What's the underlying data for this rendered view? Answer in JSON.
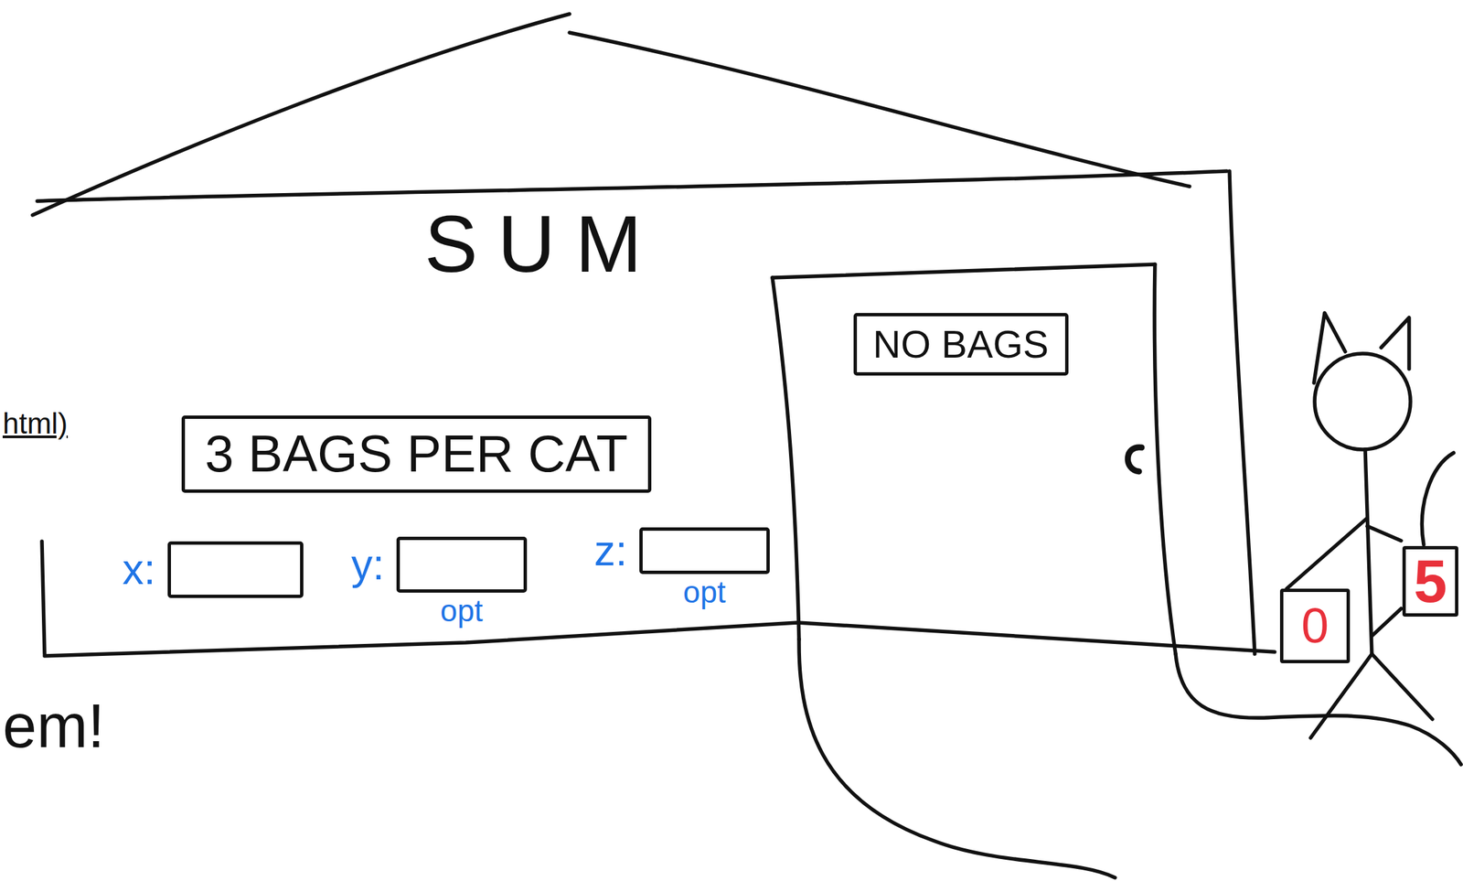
{
  "diagram": {
    "nodes": [
      {
        "text": [
          "SUM"
        ]
      },
      {
        "text": [
          "3 BAGS PER CAT"
        ],
        "in": 0
      },
      {
        "text": [
          "x:"
        ],
        "in": 0
      },
      {
        "text": [
          "y:",
          "opt"
        ],
        "in": 0
      },
      {
        "text": [
          "z:",
          "opt"
        ],
        "in": 0
      },
      {
        "text": [
          "NO BAGS"
        ],
        "in": 0
      },
      {
        "text": [
          "0"
        ]
      },
      {
        "text": [
          "5"
        ]
      }
    ],
    "labels": [
      "html)",
      "em!"
    ]
  }
}
